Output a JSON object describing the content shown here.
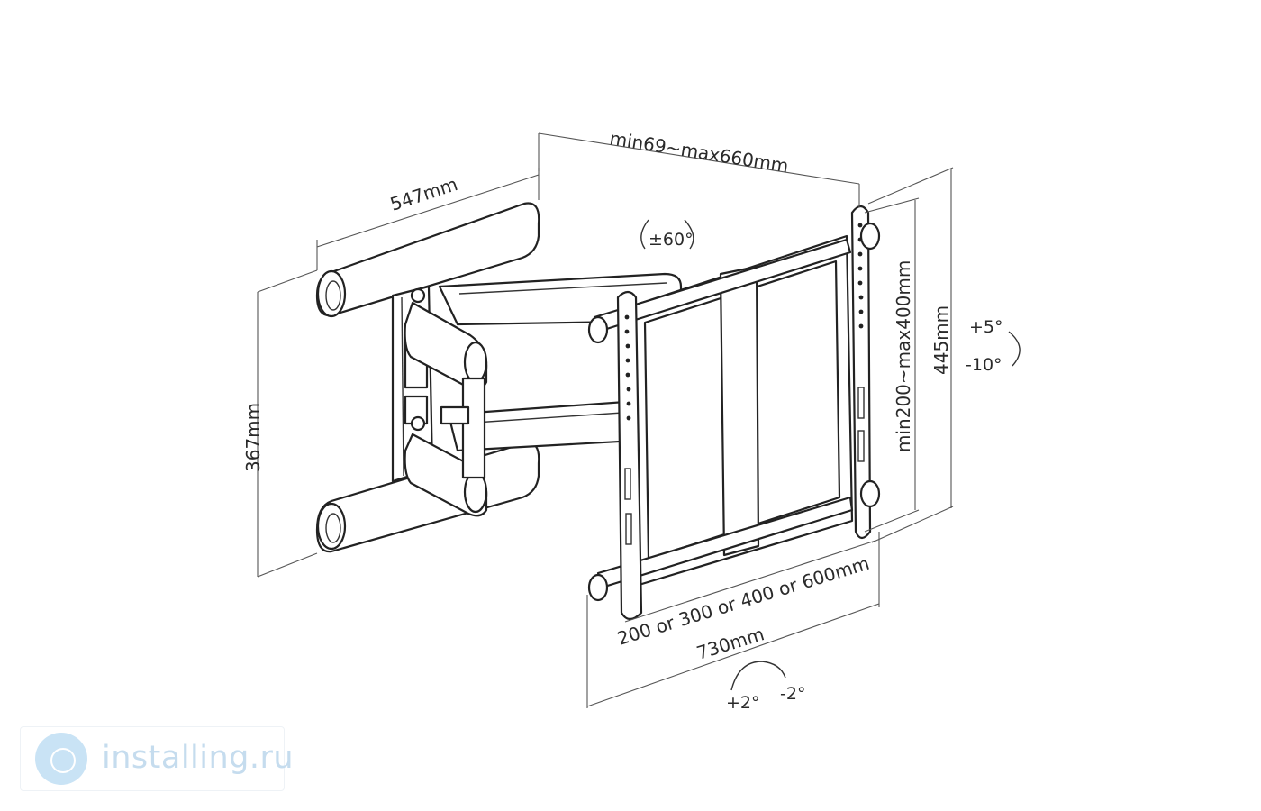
{
  "dimensions": {
    "depth": "min69~max660mm",
    "plate_width": "547mm",
    "plate_height": "367mm",
    "vesa_vertical": "min200~max400mm",
    "bracket_height": "445mm",
    "vesa_horizontal": "200 or 300 or 400 or 600mm",
    "bracket_width": "730mm"
  },
  "angles": {
    "swivel": "±60°",
    "tilt_up": "+5°",
    "tilt_down": "-10°",
    "level_plus": "+2°",
    "level_minus": "-2°"
  },
  "watermark": {
    "text": "installing.ru",
    "logo": "installing-logo-icon",
    "color": "#c5dcee"
  }
}
